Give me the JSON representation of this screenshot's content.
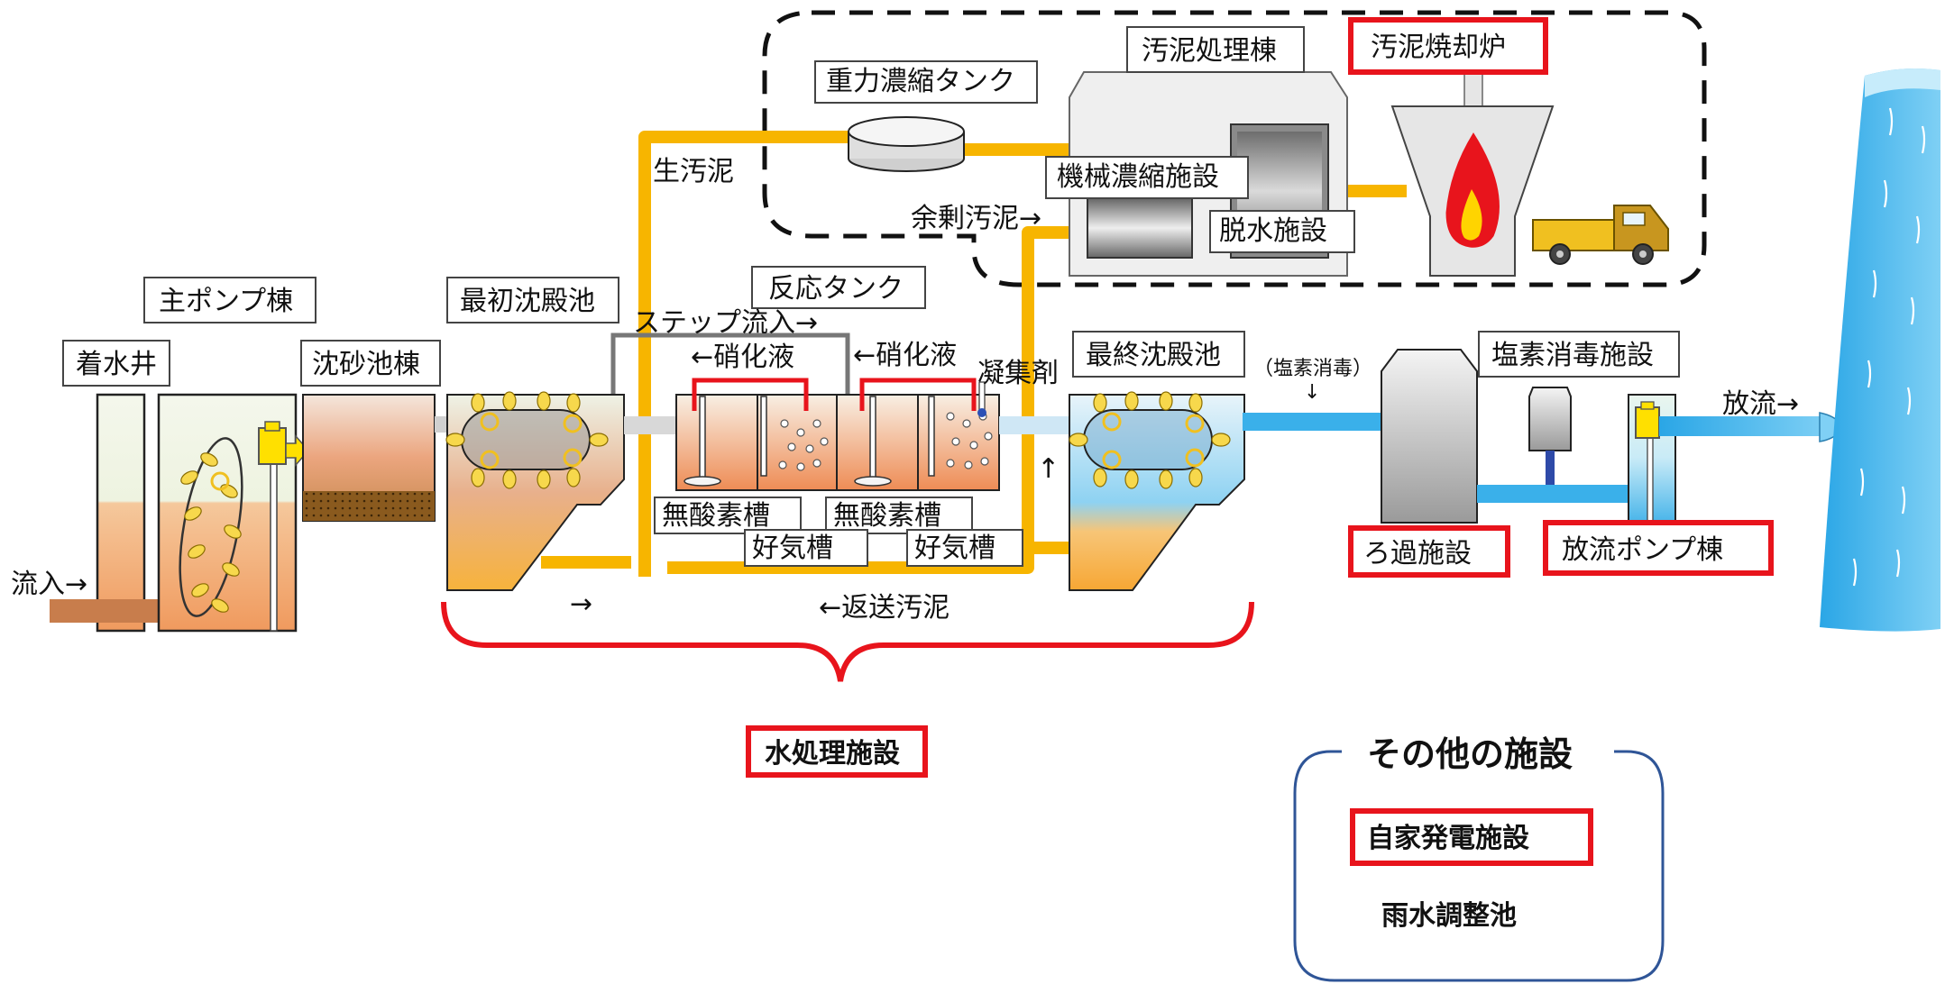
{
  "labels": {
    "chakusuisei": "着水井",
    "main_pump": "主ポンプ棟",
    "chinsa": "沈砂池棟",
    "saisho": "最初沈殿池",
    "hanno": "反応タンク",
    "step": "ステップ流入→",
    "shoka1": "←硝化液",
    "shoka2": "←硝化液",
    "gyoshu": "凝集剤",
    "saishu": "最終沈殿池",
    "enso_paren": "（塩素消毒）",
    "enso_arrow": "↓",
    "enso_shisetsu": "塩素消毒施設",
    "horyu": "放流→",
    "ryunyu": "流入→",
    "musanso1": "無酸素槽",
    "musanso2": "無酸素槽",
    "kouki1": "好気槽",
    "kouki2": "好気槽",
    "right_arrow": "→",
    "up_arrow": "↑",
    "hensou": "←返送汚泥",
    "ro_ka": "ろ過施設",
    "horyu_pump": "放流ポンプ棟",
    "juryoku": "重力濃縮タンク",
    "namaodei": "生汚泥",
    "odei_shori": "汚泥処理棟",
    "odei_shokyaku": "汚泥焼却炉",
    "kikai": "機械濃縮施設",
    "yojo": "余剰汚泥→",
    "dassui": "脱水施設",
    "mizushori": "水処理施設",
    "sonota_title": "その他の施設",
    "jika": "自家発電施設",
    "usui": "雨水調整池"
  },
  "colors": {
    "highlight_red": "#e8141c",
    "pipe_orange": "#f7b500",
    "water_blue": "#3ab0ea",
    "sludge_brown": "#8b5a2b",
    "frame_gray": "#7a7a7a",
    "box_fill": "#f2f2f2",
    "fire_red": "#e8141c",
    "fire_yellow": "#ffd400"
  }
}
